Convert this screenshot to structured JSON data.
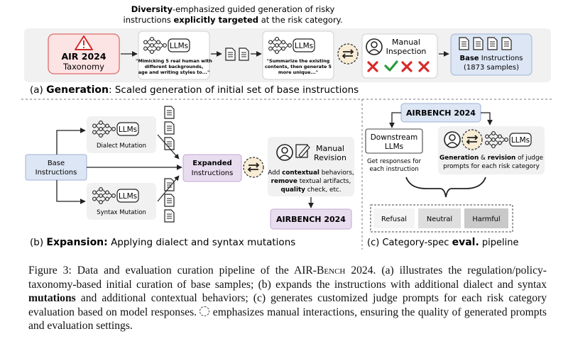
{
  "panel_a": {
    "heading_bold": "Diversity",
    "heading_line1_rest": "-emphasized guided generation of risky",
    "heading_line2_pre": "instructions",
    "heading_line2_bold": "explicitly targeted",
    "heading_line2_post": "at the risk category.",
    "air_title": "AIR 2024",
    "air_subtitle": "Taxonomy",
    "llm_label": "LLMs",
    "quote1_pre": "\"Mimicking 5 real human with",
    "quote1_bold": "different",
    "quote1_post": "backgrounds,",
    "quote1_line3": "age and writing styles to...\"",
    "quote2_line1": "\"Summarize the existing",
    "quote2_line2_pre": "contents, then",
    "quote2_line2_bold": "generate 5",
    "quote2_line3_bold": "more unique",
    "quote2_line3_post": "...\"",
    "manual_line1": "Manual",
    "manual_line2": "Inspection",
    "base_title": "Base",
    "base_title_rest": "Instructions",
    "base_count": "(1873 samples)",
    "label_prefix": "(a)",
    "label_bold": "Generation",
    "label_rest": ": Scaled generation of initial set of base instructions"
  },
  "panel_b": {
    "base_line1": "Base",
    "base_line2": "Instructions",
    "llm_label": "LLMs",
    "dialect_label": "Dialect Mutation",
    "syntax_label": "Syntax Mutation",
    "expanded_line1": "Expanded",
    "expanded_line2": "Instructions",
    "manual_line1": "Manual",
    "manual_line2": "Revision",
    "rev1_pre": "Add",
    "rev1_bold": "contextual",
    "rev1_post": "behaviors,",
    "rev2_bold": "remove",
    "rev2_post": "textual artifacts,",
    "rev3_bold": "quality",
    "rev3_post": "check, etc.",
    "airbench": "AIRBENCH 2024",
    "label_prefix": "(b)",
    "label_bold": "Expansion:",
    "label_rest": "Applying dialect and syntax mutations"
  },
  "panel_c": {
    "airbench": "AIRBENCH 2024",
    "downstream_line1": "Downstream",
    "downstream_line2": "LLMs",
    "responses_line1": "Get responses for",
    "responses_line2": "each instruction",
    "llm_label": "LLMs",
    "gen_bold1": "Generation",
    "gen_amp": " & ",
    "gen_bold2": "revision",
    "gen_rest": " of judge",
    "gen_line2": "prompts for each risk category",
    "categories": [
      "Refusal",
      "Neutral",
      "Harmful"
    ],
    "label_prefix": "(c)",
    "label_rest": "Category-spec",
    "label_bold": "eval.",
    "label_end": "pipeline"
  },
  "caption": {
    "fig": "Figure 3:",
    "t1": "Data and evaluation curation pipeline of the AIR-",
    "t1_sc": "Bench",
    "t2": " 2024. (a) illustrates the regulation/policy-taxonomy-based initial curation of base samples; (b) expands the instructions with additional dialect and syntax ",
    "b1": "mutations",
    "t3": " and additional contextual behaviors; (c) generates customized judge prompts for each risk category evaluation based on model responses.",
    "t4": " emphasizes manual interactions, ensuring the quality of generated prompts and evaluation settings."
  },
  "colors": {
    "red": "#d62b2b",
    "green": "#2a9a3a",
    "air_fill": "#fde4e4",
    "base_fill": "#dde6f5",
    "expanded_fill": "#e8dcef"
  },
  "icons": [
    "warning-icon",
    "neural-net-icon",
    "document-icon",
    "swap-icon",
    "person-icon",
    "check-icon",
    "cross-icon",
    "pencil-icon"
  ]
}
